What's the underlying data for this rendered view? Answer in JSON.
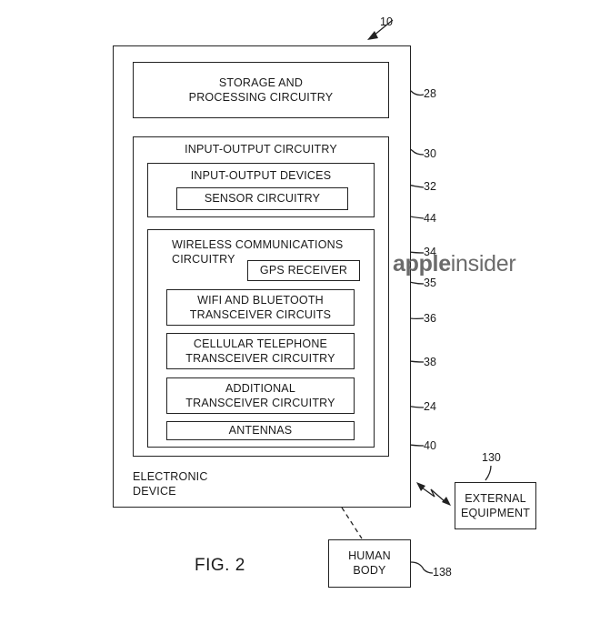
{
  "figure": {
    "label": "FIG. 2",
    "ref_device": "10",
    "watermark_bold": "apple",
    "watermark_regular": "insider"
  },
  "blocks": {
    "storage": {
      "label": "STORAGE AND\nPROCESSING CIRCUITRY",
      "ref": "28"
    },
    "io_circuitry": {
      "label": "INPUT-OUTPUT CIRCUITRY",
      "ref": "30"
    },
    "io_devices": {
      "label": "INPUT-OUTPUT DEVICES",
      "ref": "32"
    },
    "sensor": {
      "label": "SENSOR CIRCUITRY",
      "ref": "44"
    },
    "wireless": {
      "label": "WIRELESS COMMUNICATIONS\nCIRCUITRY",
      "ref": "34"
    },
    "gps": {
      "label": "GPS RECEIVER",
      "ref": "35"
    },
    "wifi": {
      "label": "WIFI AND BLUETOOTH\nTRANSCEIVER CIRCUITS",
      "ref": "36"
    },
    "cellular": {
      "label": "CELLULAR TELEPHONE\nTRANSCEIVER CIRCUITRY",
      "ref": "38"
    },
    "additional": {
      "label": "ADDITIONAL\nTRANSCEIVER CIRCUITRY",
      "ref": "24"
    },
    "antennas": {
      "label": "ANTENNAS",
      "ref": "40"
    },
    "device": {
      "label": "ELECTRONIC\nDEVICE"
    },
    "external": {
      "label": "EXTERNAL\nEQUIPMENT",
      "ref": "130"
    },
    "human": {
      "label": "HUMAN\nBODY",
      "ref": "138"
    }
  }
}
